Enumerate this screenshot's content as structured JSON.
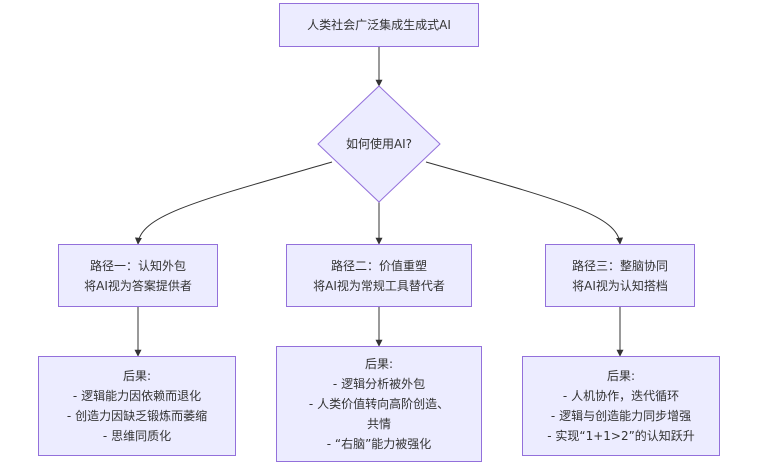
{
  "diagram": {
    "start": "人类社会广泛集成生成式AI",
    "decision": "如何使用AI?",
    "paths": [
      {
        "title": "路径一：认知外包",
        "subtitle": "将AI视为答案提供者",
        "result_title": "后果:",
        "result_lines": [
          "- 逻辑能力因依赖而退化",
          "- 创造力因缺乏锻炼而萎缩",
          "- 思维同质化"
        ]
      },
      {
        "title": "路径二：价值重塑",
        "subtitle": "将AI视为常规工具替代者",
        "result_title": "后果:",
        "result_lines": [
          "- 逻辑分析被外包",
          "- 人类价值转向高阶创造、",
          "共情",
          "- “右脑”能力被强化"
        ]
      },
      {
        "title": "路径三：整脑协同",
        "subtitle": "将AI视为认知搭档",
        "result_title": "后果:",
        "result_lines": [
          "- 人机协作，迭代循环",
          "- 逻辑与创造能力同步增强",
          "- 实现“1+1>2”的认知跃升"
        ]
      }
    ],
    "colors": {
      "node_fill": "#ececff",
      "node_border": "#9370db",
      "edge": "#333333",
      "text": "#333333"
    }
  }
}
